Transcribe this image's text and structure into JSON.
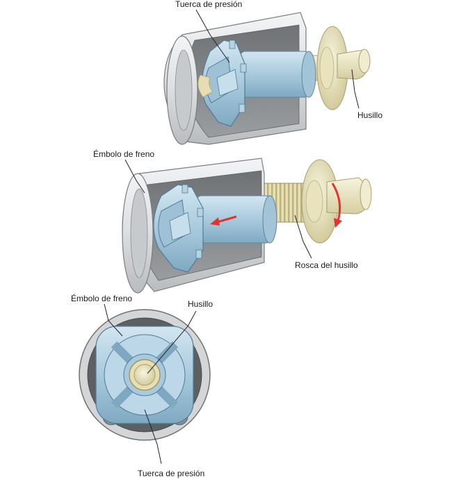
{
  "labels": {
    "top_nut": "Tuerca de presión",
    "top_spindle": "Husillo",
    "mid_piston": "Émbolo de freno",
    "mid_thread": "Rosca del husillo",
    "bot_piston": "Émbolo de freno",
    "bot_spindle": "Husillo",
    "bot_nut": "Tuerca de presión"
  },
  "colors": {
    "piston_outer": "#dfe1e3",
    "piston_inner": "#8d9092",
    "nut_blue": "#b7d3e3",
    "nut_blue_dark": "#7ea7c0",
    "spindle_cream": "#eeeac4",
    "spindle_cream_dark": "#cfc79a",
    "arrow_red": "#e5322d"
  }
}
